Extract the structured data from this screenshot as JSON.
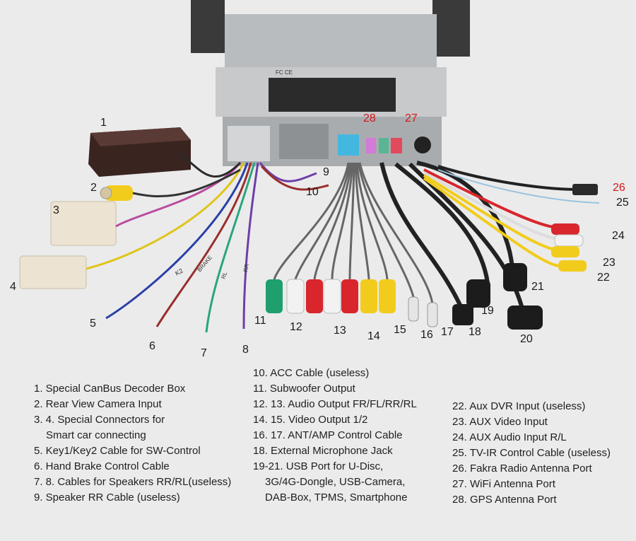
{
  "callouts": {
    "n1": "1",
    "n2": "2",
    "n3": "3",
    "n4": "4",
    "n5": "5",
    "n6": "6",
    "n7": "7",
    "n8": "8",
    "n9": "9",
    "n10": "10",
    "n11": "11",
    "n12": "12",
    "n13": "13",
    "n14": "14",
    "n15": "15",
    "n16": "16",
    "n17": "17",
    "n18": "18",
    "n19": "19",
    "n20": "20",
    "n21": "21",
    "n22": "22",
    "n23": "23",
    "n24": "24",
    "n25": "25",
    "n26": "26",
    "n27": "27",
    "n28": "28"
  },
  "labels": {
    "unit_sticker": "FC CE",
    "speaker_tag_rr": "RR",
    "speaker_tag_rl": "RL",
    "steering_tag": "K2",
    "brake_tag": "BRAKE"
  },
  "legend": {
    "col1": [
      "1. Special CanBus Decoder Box",
      "2. Rear View Camera Input",
      "3. 4. Special Connectors for",
      "Smart car connecting",
      "5. Key1/Key2 Cable for SW-Control",
      "6. Hand Brake Control Cable",
      "7. 8. Cables for Speakers RR/RL(useless)",
      "9. Speaker RR Cable (useless)"
    ],
    "col2": [
      "10. ACC Cable (useless)",
      "11. Subwoofer Output",
      "12. 13. Audio Output FR/FL/RR/RL",
      "14. 15. Video Output 1/2",
      "16. 17. ANT/AMP Control Cable",
      "18. External Microphone Jack",
      "19-21. USB Port for U-Disc,",
      "3G/4G-Dongle, USB-Camera,",
      "DAB-Box, TPMS, Smartphone"
    ],
    "col3": [
      "22. Aux DVR Input (useless)",
      "23. AUX Video Input",
      "24. AUX Audio Input R/L",
      "25. TV-IR Control Cable (useless)",
      "26. Fakra Radio Antenna Port",
      "27. WiFi Antenna Port",
      "28. GPS Antenna Port"
    ]
  },
  "colors": {
    "callout_red": "#d21616",
    "rca_red": "#d8262c",
    "rca_white": "#f2f2f2",
    "rca_yellow": "#f2cc1c",
    "rca_green": "#1f9e6e"
  }
}
